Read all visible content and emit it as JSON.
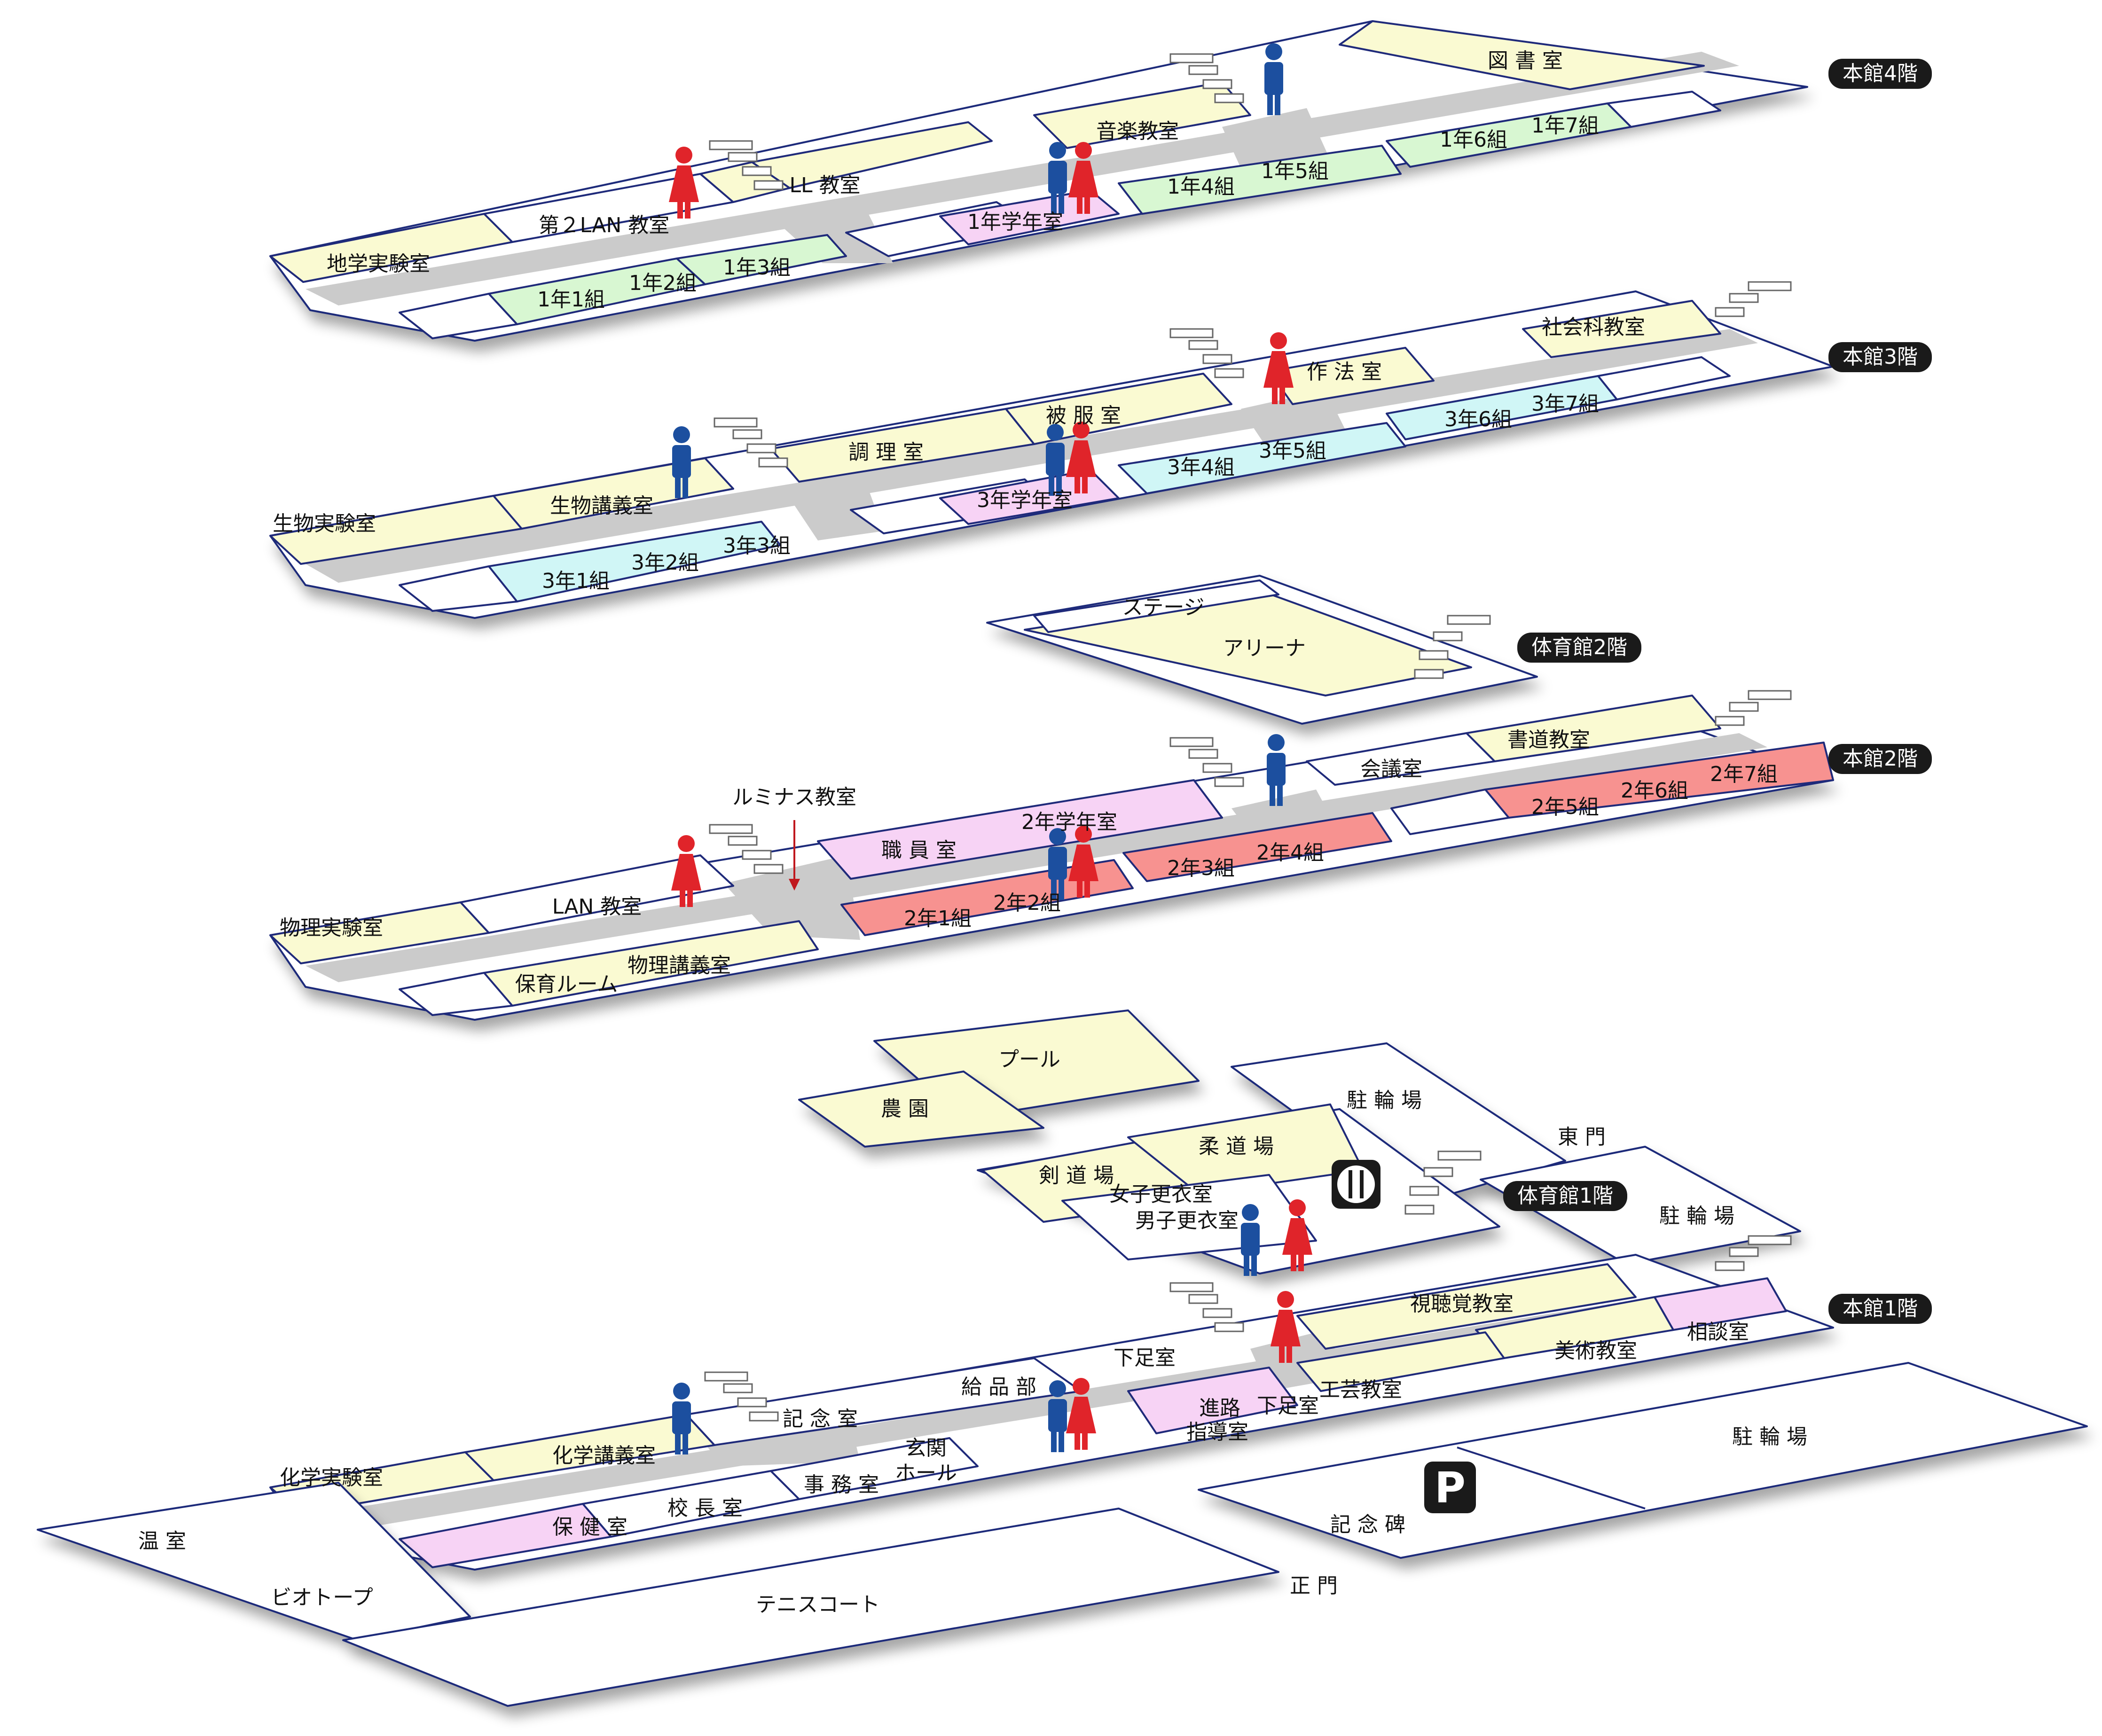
{
  "colors": {
    "outline": "#1f2a7a",
    "floor_white": "#ffffff",
    "corridor": "#cbcbcb",
    "yellow_room": "#fafad2",
    "green_room": "#d8f7d2",
    "cyan_room": "#d0f6f6",
    "pink_room": "#f7d3f5",
    "red_room": "#f79290",
    "male_icon": "#1c4f9f",
    "female_icon": "#e0242a",
    "badge_bg": "#1a1a1a"
  },
  "floors": [
    {
      "id": "main-4f",
      "badge": "本館4階"
    },
    {
      "id": "main-3f",
      "badge": "本館3階"
    },
    {
      "id": "gym-2f",
      "badge": "体育館2階"
    },
    {
      "id": "main-2f",
      "badge": "本館2階"
    },
    {
      "id": "gym-1f",
      "badge": "体育館1階"
    },
    {
      "id": "main-1f",
      "badge": "本館1階"
    }
  ],
  "labels": {
    "f4": [
      "図 書 室",
      "音楽教室",
      "LL 教室",
      "第２LAN 教室",
      "地学実験室",
      "1年6組",
      "1年7組",
      "1年4組",
      "1年5組",
      "1年学年室",
      "1年1組",
      "1年2組",
      "1年3組"
    ],
    "f3": [
      "社会科教室",
      "作 法 室",
      "3年6組",
      "3年7組",
      "被 服 室",
      "調 理 室",
      "3年4組",
      "3年5組",
      "生物講義室",
      "生物実験室",
      "3年学年室",
      "3年1組",
      "3年2組",
      "3年3組"
    ],
    "g2": [
      "ステージ",
      "アリーナ"
    ],
    "f2": [
      "書道教室",
      "会議室",
      "2年7組",
      "2年5組",
      "2年6組",
      "ルミナス教室",
      "2年学年室",
      "職 員 室",
      "2年3組",
      "2年4組",
      "LAN 教室",
      "2年1組",
      "2年2組",
      "物理実験室",
      "物理講義室",
      "保育ルーム"
    ],
    "g1": [
      "プール",
      "農 園",
      "駐 輪 場",
      "柔 道 場",
      "剣 道 場",
      "女子更衣室",
      "男子更衣室",
      "東 門",
      "駐 輪 場"
    ],
    "f1": [
      "視聴覚教室",
      "相談室",
      "美術教室",
      "下足室",
      "給 品 部",
      "工芸教室",
      "進路",
      "指導室",
      "下足室",
      "記 念 室",
      "玄関",
      "ホール",
      "化学講義室",
      "事 務 室",
      "化学実験室",
      "校 長 室",
      "保 健 室"
    ],
    "grounds": [
      "駐 輪 場",
      "記 念 碑",
      "温 室",
      "ビオトープ",
      "テニスコート",
      "正 門"
    ]
  },
  "icons": {
    "restroom_male": "male-restroom-icon",
    "restroom_female": "female-restroom-icon",
    "stairs": "stairs-icon",
    "restaurant": "knife-fork-icon",
    "parking": "parking-icon",
    "parking_letter": "P"
  }
}
